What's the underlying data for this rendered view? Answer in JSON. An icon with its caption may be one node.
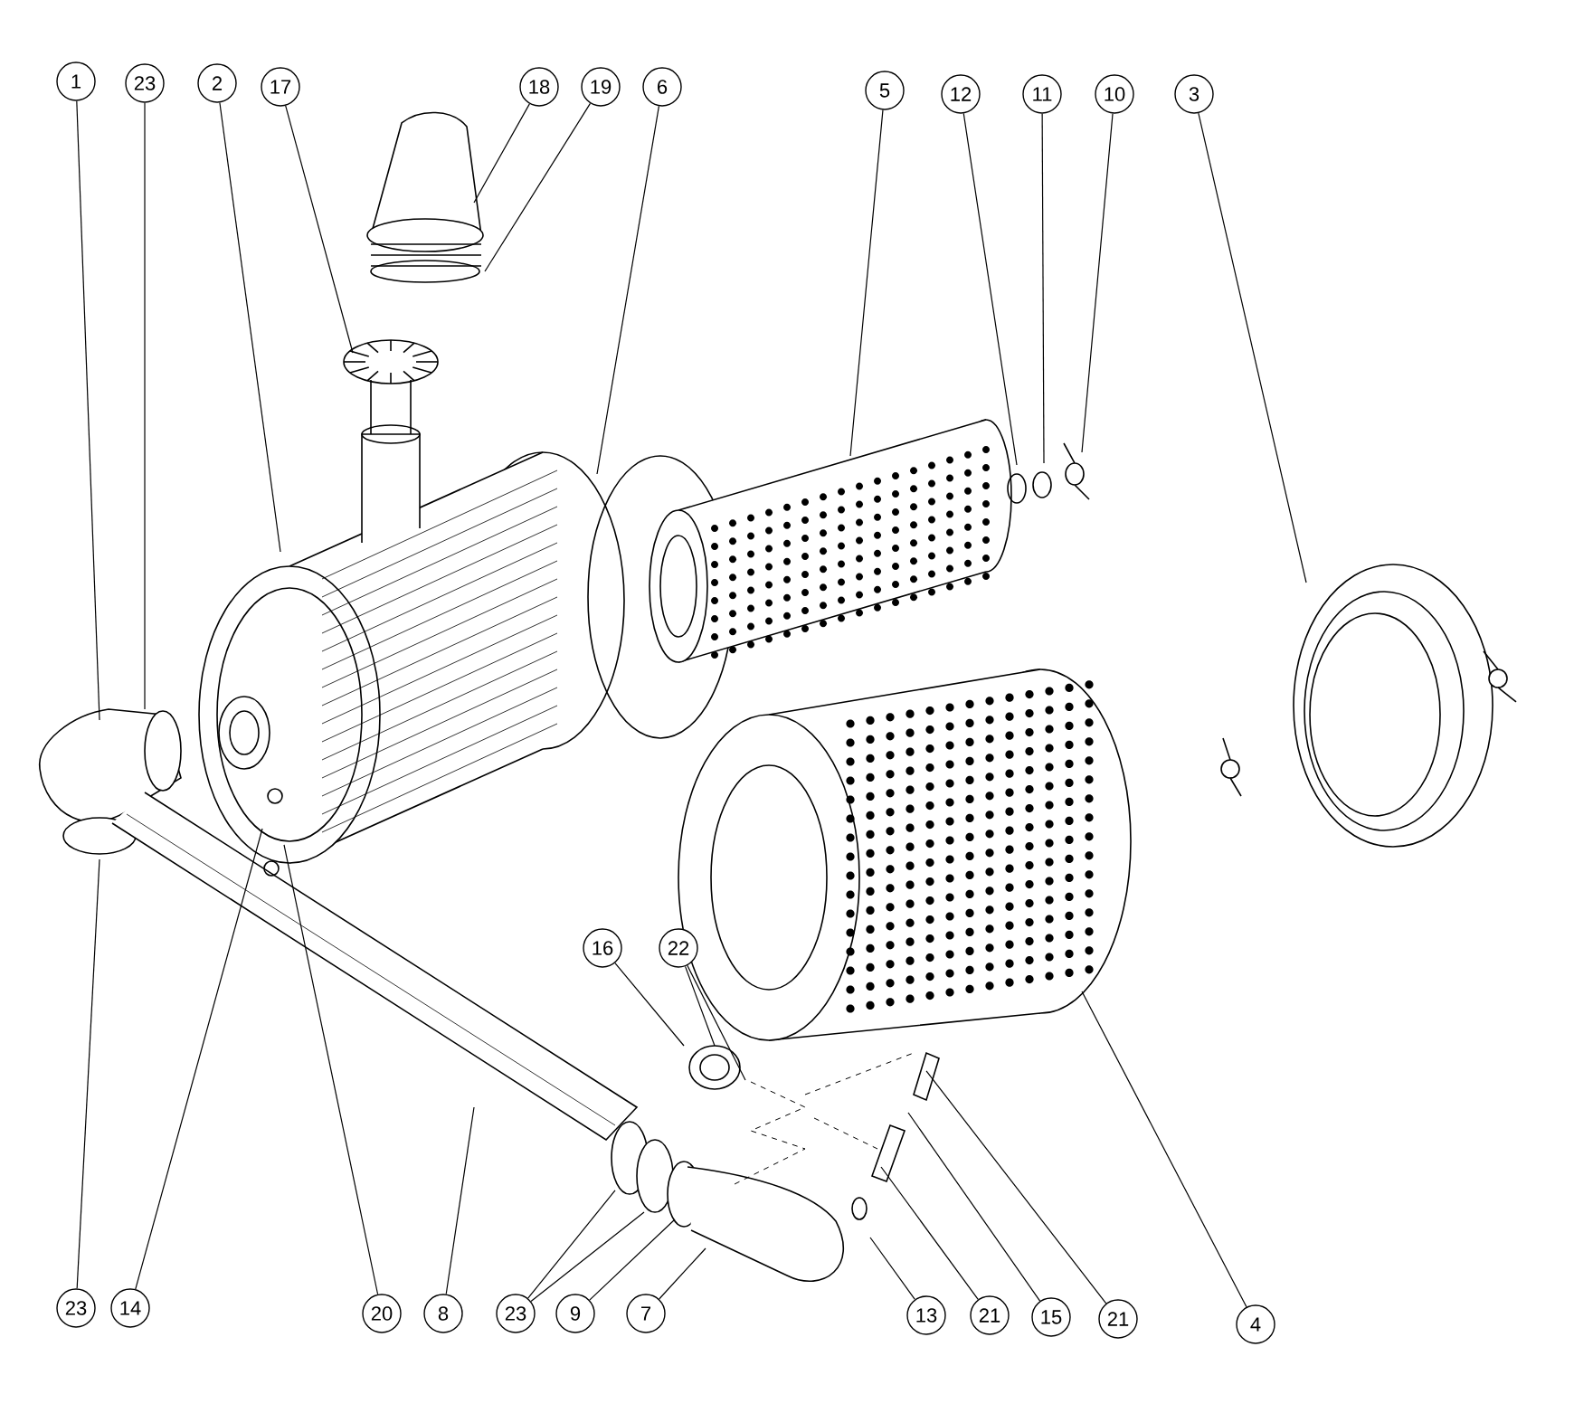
{
  "diagram": {
    "nodes": [
      {
        "text": [
          "1"
        ]
      },
      {
        "text": [
          "23"
        ]
      },
      {
        "text": [
          "2"
        ]
      },
      {
        "text": [
          "17"
        ]
      },
      {
        "text": [
          "18"
        ]
      },
      {
        "text": [
          "19"
        ]
      },
      {
        "text": [
          "6"
        ]
      },
      {
        "text": [
          "5"
        ]
      },
      {
        "text": [
          "12"
        ]
      },
      {
        "text": [
          "11"
        ]
      },
      {
        "text": [
          "10"
        ]
      },
      {
        "text": [
          "3"
        ]
      },
      {
        "text": [
          "16"
        ]
      },
      {
        "text": [
          "22"
        ]
      },
      {
        "text": [
          "23"
        ]
      },
      {
        "text": [
          "14"
        ]
      },
      {
        "text": [
          "20"
        ]
      },
      {
        "text": [
          "8"
        ]
      },
      {
        "text": [
          "23"
        ]
      },
      {
        "text": [
          "9"
        ]
      },
      {
        "text": [
          "7"
        ]
      },
      {
        "text": [
          "13"
        ]
      },
      {
        "text": [
          "21"
        ]
      },
      {
        "text": [
          "15"
        ]
      },
      {
        "text": [
          "21"
        ]
      },
      {
        "text": [
          "4"
        ]
      }
    ],
    "edges": [
      {
        "from": 0,
        "to": null,
        "arrow": "none"
      },
      {
        "from": 1,
        "to": null,
        "arrow": "none"
      },
      {
        "from": 2,
        "to": null,
        "arrow": "none"
      },
      {
        "from": 3,
        "to": null,
        "arrow": "none"
      },
      {
        "from": 4,
        "to": null,
        "arrow": "none"
      },
      {
        "from": 5,
        "to": null,
        "arrow": "none"
      },
      {
        "from": 6,
        "to": null,
        "arrow": "none"
      },
      {
        "from": 7,
        "to": null,
        "arrow": "none"
      },
      {
        "from": 8,
        "to": null,
        "arrow": "none"
      },
      {
        "from": 9,
        "to": null,
        "arrow": "none"
      },
      {
        "from": 10,
        "to": null,
        "arrow": "none"
      },
      {
        "from": 11,
        "to": null,
        "arrow": "none"
      },
      {
        "from": 12,
        "to": null,
        "arrow": "none"
      },
      {
        "from": 13,
        "to": null,
        "arrow": "none"
      },
      {
        "from": 13,
        "to": null,
        "arrow": "none"
      },
      {
        "from": 14,
        "to": null,
        "arrow": "none"
      },
      {
        "from": 15,
        "to": null,
        "arrow": "none"
      },
      {
        "from": 16,
        "to": null,
        "arrow": "none"
      },
      {
        "from": 17,
        "to": null,
        "arrow": "none"
      },
      {
        "from": 18,
        "to": null,
        "arrow": "none"
      },
      {
        "from": 18,
        "to": null,
        "arrow": "none"
      },
      {
        "from": 19,
        "to": null,
        "arrow": "none"
      },
      {
        "from": 20,
        "to": null,
        "arrow": "none"
      },
      {
        "from": 21,
        "to": null,
        "arrow": "none"
      },
      {
        "from": 22,
        "to": null,
        "arrow": "none"
      },
      {
        "from": 23,
        "to": null,
        "arrow": "none"
      },
      {
        "from": 24,
        "to": null,
        "arrow": "none"
      },
      {
        "from": 25,
        "to": null,
        "arrow": "none"
      }
    ]
  }
}
